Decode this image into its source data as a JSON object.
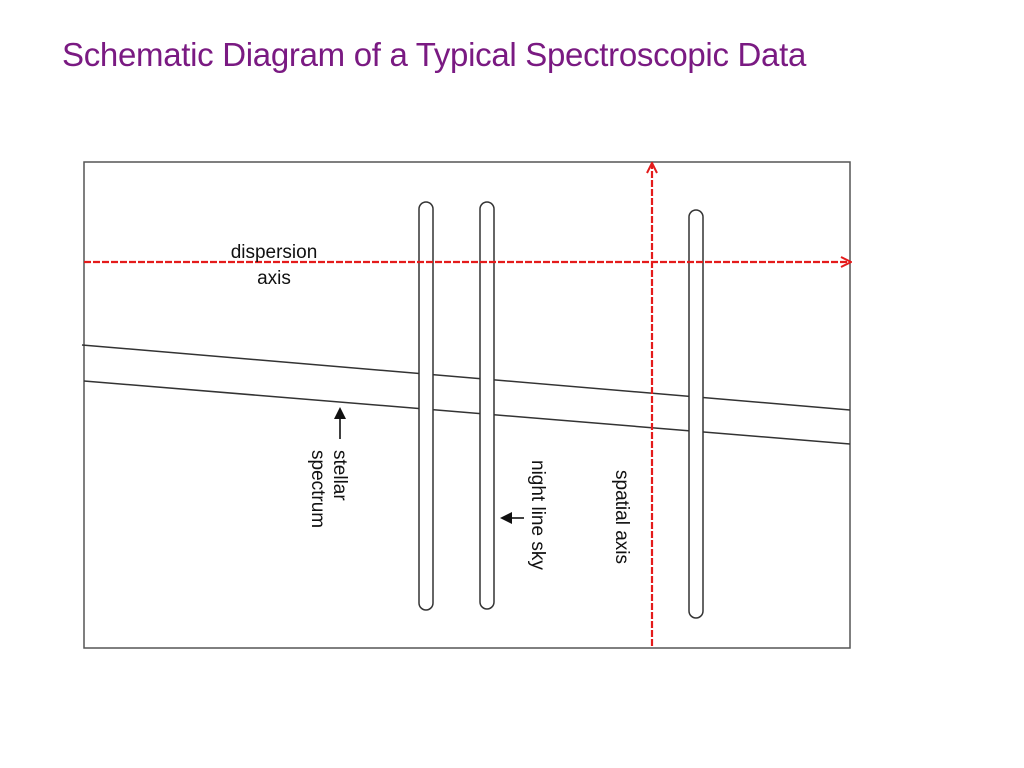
{
  "slide": {
    "title": "Schematic Diagram of a Typical Spectroscopic Data"
  },
  "diagram": {
    "labels": {
      "dispersion_line1": "dispersion",
      "dispersion_line2": "axis",
      "stellar_line1": "stellar",
      "stellar_line2": "spectrum",
      "night_sky": "night line sky",
      "spatial_axis": "spatial axis"
    }
  },
  "colors": {
    "title": "#7a1a82",
    "axis_red": "#e41b1b",
    "line_dark": "#333333",
    "frame": "#555555"
  }
}
